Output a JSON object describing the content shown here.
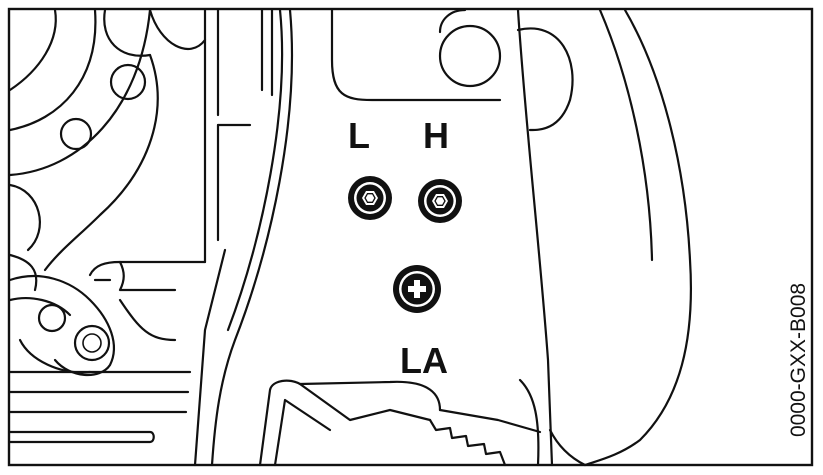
{
  "labels": {
    "low_speed_screw": "L",
    "high_speed_screw": "H",
    "idle_speed_screw": "LA"
  },
  "figure_code": "0000-GXX-B008",
  "colors": {
    "line": "#111111",
    "background": "#ffffff"
  }
}
